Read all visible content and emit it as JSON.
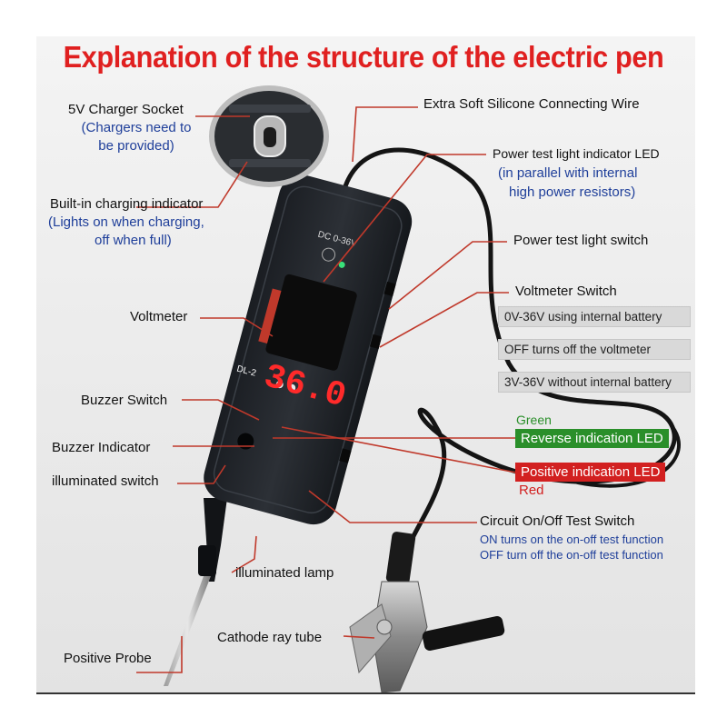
{
  "title": "Explanation of the structure of the electric pen",
  "labels": {
    "charger_socket": "5V Charger Socket",
    "charger_note_1": "(Chargers need to",
    "charger_note_2": "be provided)",
    "charging_indicator": "Built-in charging indicator",
    "charging_note_1": "(Lights on when charging,",
    "charging_note_2": "off when full)",
    "voltmeter": "Voltmeter",
    "buzzer_switch": "Buzzer Switch",
    "buzzer_indicator": "Buzzer Indicator",
    "illuminated_switch": "illuminated switch",
    "illuminated_lamp": "illuminated lamp",
    "positive_probe": "Positive Probe",
    "cathode_ray_tube": "Cathode ray tube",
    "silicone_wire": "Extra Soft Silicone Connecting Wire",
    "power_led": "Power test light indicator LED",
    "power_led_note_1": "(in parallel with internal",
    "power_led_note_2": "high power resistors)",
    "power_switch": "Power test light switch",
    "voltmeter_switch": "Voltmeter Switch",
    "vm_opt_1": "0V-36V using internal battery",
    "vm_opt_2": "OFF turns off the voltmeter",
    "vm_opt_3": "3V-36V without internal battery",
    "green": "Green",
    "reverse_led": "Reverse indication LED",
    "positive_led": "Positive indication LED",
    "red": "Red",
    "circuit_switch": "Circuit On/Off Test Switch",
    "circuit_on": "ON turns on the on-off test function",
    "circuit_off": "OFF turn off the on-off test function"
  },
  "device": {
    "display_value": "36.0",
    "model": "DL-2",
    "range": "DC 0-36V"
  },
  "colors": {
    "title": "#e02020",
    "note_blue": "#1f3f9a",
    "leader": "#c0392b",
    "green_tag": "#2a8f2a",
    "red_tag": "#d22020"
  }
}
